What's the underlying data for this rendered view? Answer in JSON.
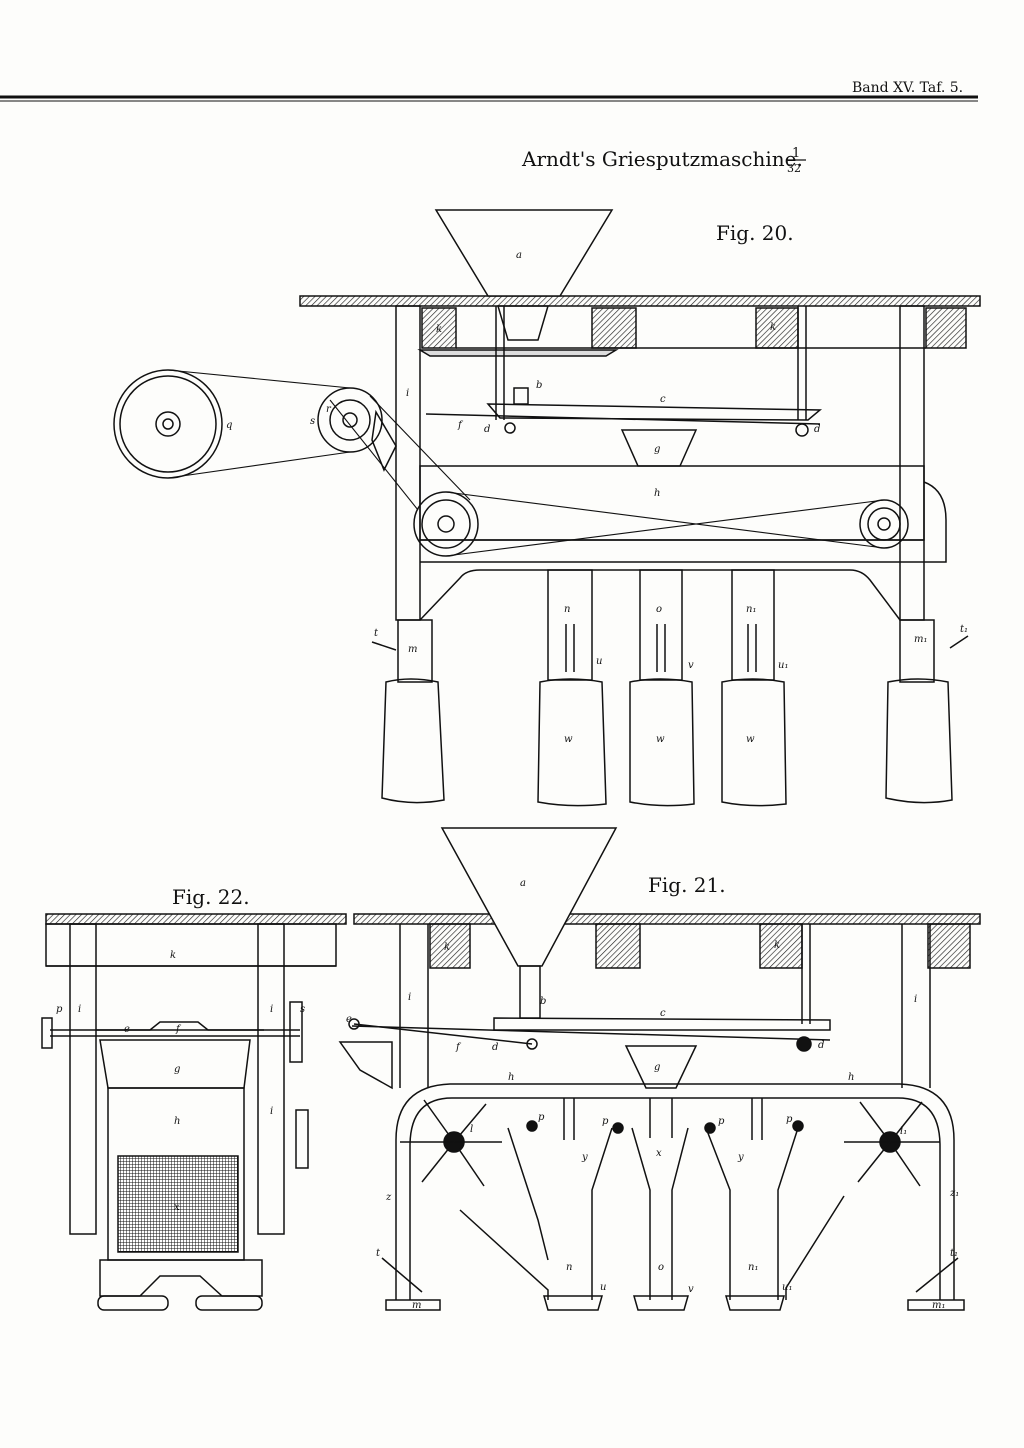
{
  "header": {
    "band_label": "Band XV. Taf. 5.",
    "title": "Arndt's Griesputzmaschine.",
    "scale_numerator": "1",
    "scale_denominator": "32"
  },
  "figures": {
    "fig20": "Fig. 20.",
    "fig21": "Fig. 21.",
    "fig22": "Fig. 22."
  },
  "labels": {
    "a": "a",
    "b": "b",
    "c": "c",
    "d": "d",
    "e": "e",
    "f": "f",
    "g": "g",
    "h": "h",
    "i": "i",
    "k": "k",
    "l": "l",
    "l1": "l₁",
    "m": "m",
    "m1": "m₁",
    "n": "n",
    "n1": "n₁",
    "o": "o",
    "p": "p",
    "q": "q",
    "r": "r",
    "s": "s",
    "t": "t",
    "t1": "t₁",
    "u": "u",
    "u1": "u₁",
    "v": "v",
    "w": "w",
    "x": "x",
    "y": "y",
    "z": "z",
    "z1": "z₁"
  }
}
